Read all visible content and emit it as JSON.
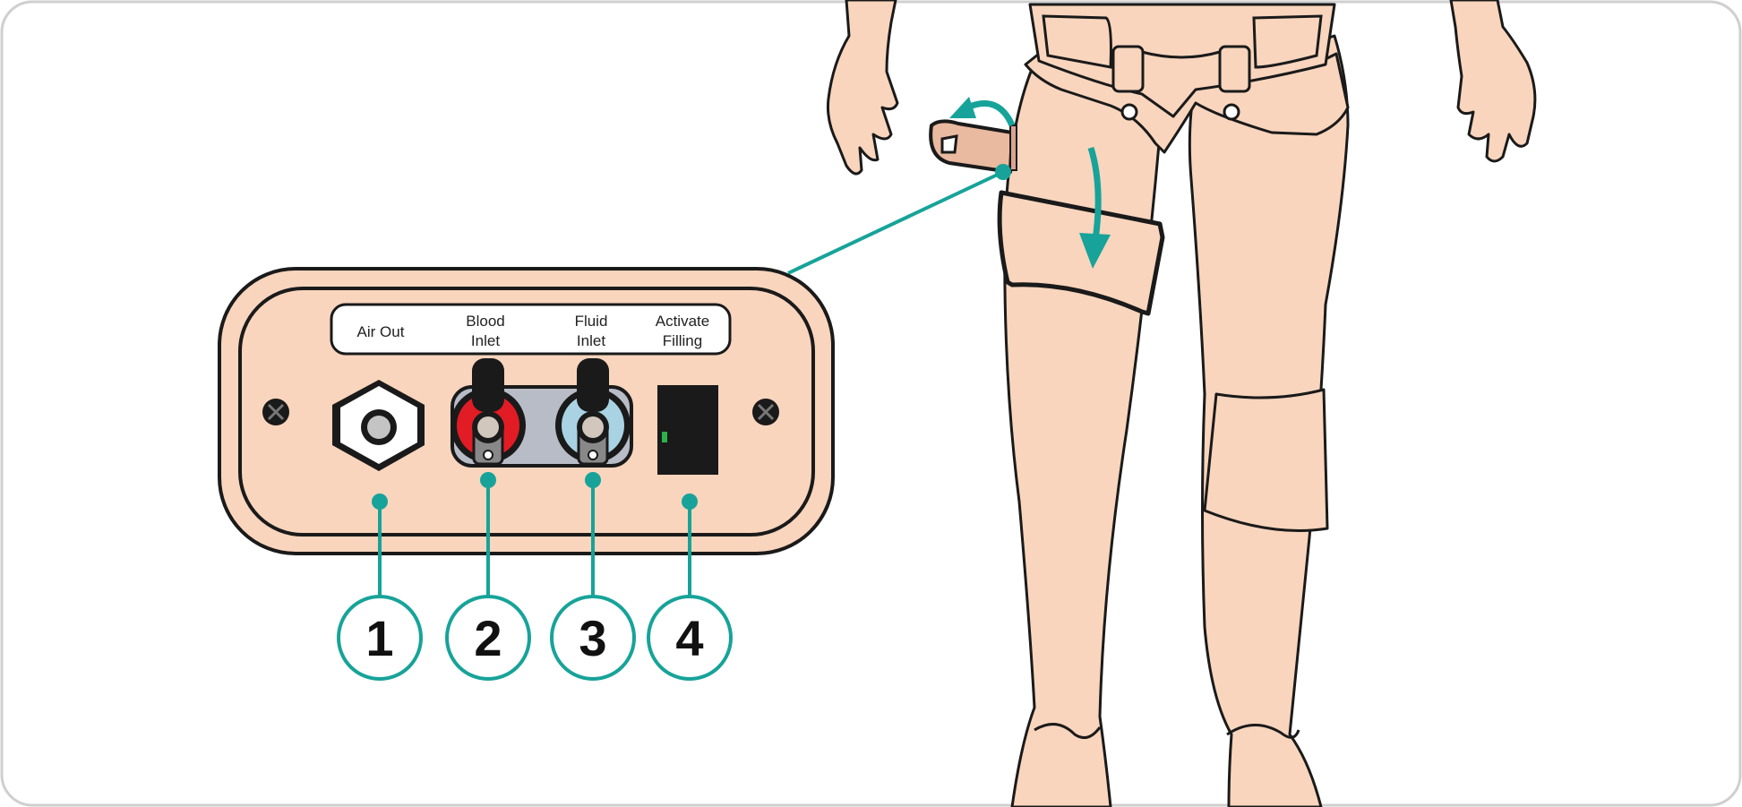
{
  "labels": {
    "air_out": "Air Out",
    "blood_inlet_line1": "Blood",
    "blood_inlet_line2": "Inlet",
    "fluid_inlet_line1": "Fluid",
    "fluid_inlet_line2": "Inlet",
    "activate_filling_line1": "Activate",
    "activate_filling_line2": "Filling"
  },
  "callouts": [
    "1",
    "2",
    "3",
    "4"
  ],
  "colors": {
    "teal": "#17a399",
    "skin": "#f9d5bd",
    "outline": "#1a1a1a",
    "blood_red": "#e21c24",
    "fluid_blue": "#a9d3e3",
    "port_grey": "#b8bcc6",
    "indicator_green": "#2bb34a"
  }
}
